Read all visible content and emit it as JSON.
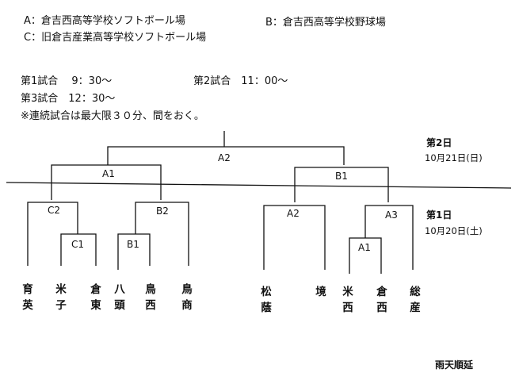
{
  "venues": {
    "a": "A：倉吉西高等学校ソフトボール場",
    "b": "B：倉吉西高等学校野球場",
    "c": "C：旧倉吉産業高等学校ソフトボール場"
  },
  "schedule": {
    "game1": "第1試合　 9：30～",
    "game2": "第2試合　11：00～",
    "game3": "第3試合　12：30～",
    "note": "※連続試合は最大限３０分、間をおく。"
  },
  "days": {
    "day2_label": "第2日",
    "day2_date": "10月21日(日)",
    "day1_label": "第1日",
    "day1_date": "10月20日(土)"
  },
  "matches": {
    "final": "A2",
    "semi_left": "A1",
    "semi_right": "B1",
    "qf_c2": "C2",
    "qf_b2": "B2",
    "qf_a2": "A2",
    "qf_a3": "A3",
    "r1_c1": "C1",
    "r1_b1": "B1",
    "r1_a1": "A1"
  },
  "teams": [
    {
      "name": "育英"
    },
    {
      "name": "米子"
    },
    {
      "name": "倉東"
    },
    {
      "name": "八頭"
    },
    {
      "name": "鳥西"
    },
    {
      "name": "鳥商"
    },
    {
      "name": "松蔭"
    },
    {
      "name": "境"
    },
    {
      "name": "米西"
    },
    {
      "name": "倉西"
    },
    {
      "name": "総産"
    }
  ],
  "footer": {
    "rain": "雨天順延"
  }
}
